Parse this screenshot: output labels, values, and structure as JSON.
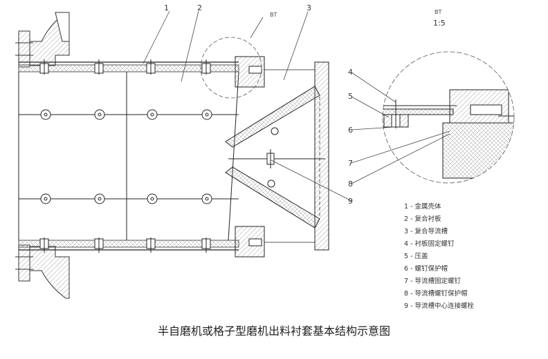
{
  "callouts": {
    "c1": "1",
    "c2": "2",
    "c3": "3",
    "c4": "4",
    "c5": "5",
    "c6": "6",
    "c7": "7",
    "c8": "8",
    "c9": "9",
    "detail_ref": "BT"
  },
  "detail": {
    "name": "BT",
    "scale": "1:5"
  },
  "legend": [
    "1 - 金属壳体",
    "2 - 复合衬板",
    "3 - 复合导流槽",
    "4 - 衬板固定螺钉",
    "5 - 压盖",
    "6 - 螺钉保护帽",
    "7 - 导流槽固定螺钉",
    "8 - 导流槽螺钉保护帽",
    "9 - 导流槽中心连接螺栓"
  ],
  "caption": "半自磨机或格子型磨机出料衬套基本结构示意图"
}
